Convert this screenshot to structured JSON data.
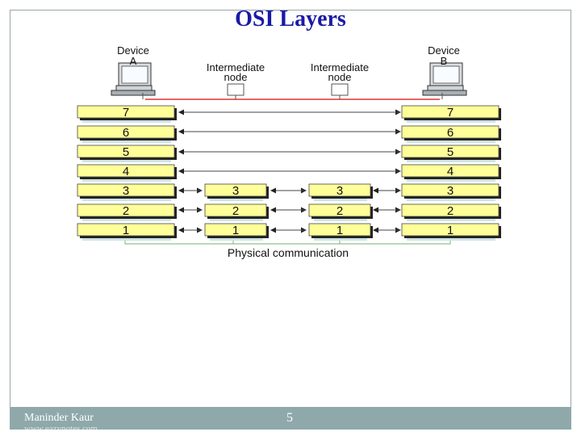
{
  "slide": {
    "title": "OSI Layers",
    "footer": {
      "author": "Maninder Kaur",
      "url": "www.eazynotes.com",
      "page": "5"
    }
  },
  "diagram": {
    "device_a": [
      "Device",
      "A"
    ],
    "device_b": [
      "Device",
      "B"
    ],
    "intermediate_node_1": [
      "Intermediate",
      "node"
    ],
    "intermediate_node_2": [
      "Intermediate",
      "node"
    ],
    "end_layers": [
      "7",
      "6",
      "5",
      "4",
      "3",
      "2",
      "1"
    ],
    "intermediate_layers": [
      "3",
      "2",
      "1"
    ],
    "bottom_label": "Physical communication",
    "colors": {
      "layer_fill": "#ffff99",
      "layer_band": "#cfe3e3",
      "link_line": "#d33",
      "title": "#1a1aa6"
    }
  }
}
